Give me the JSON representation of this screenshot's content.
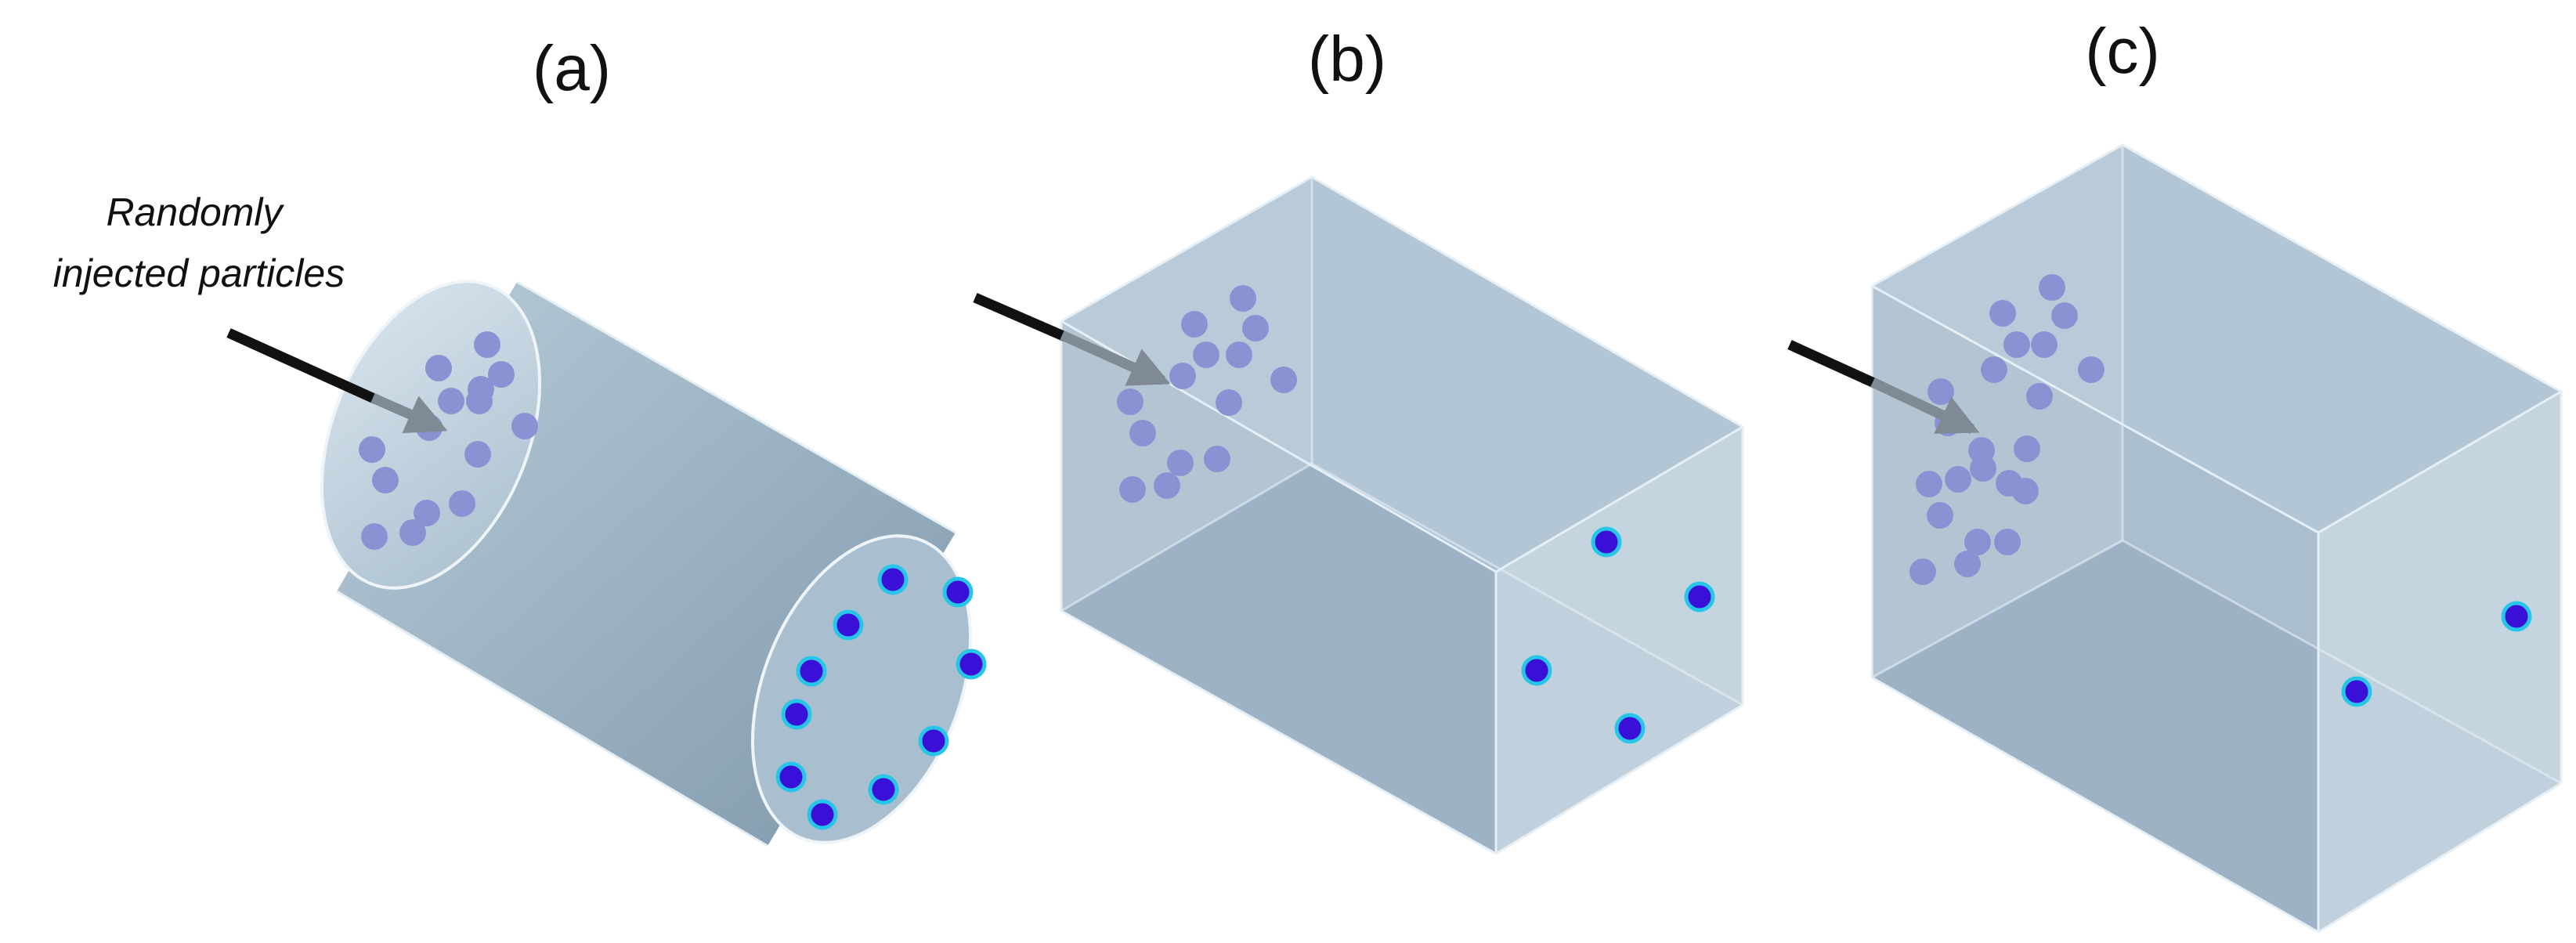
{
  "panels": [
    {
      "id": "a",
      "label": "(a)",
      "shape": "cylinder"
    },
    {
      "id": "b",
      "label": "(b)",
      "shape": "rectangular-channel"
    },
    {
      "id": "c",
      "label": "(c)",
      "shape": "rectangular-channel"
    }
  ],
  "annotation": {
    "line1": "Randomly",
    "line2": "injected particles"
  },
  "colors": {
    "background": "#ffffff",
    "body": "#8fa9bb",
    "glass": "#b7c8d6",
    "edge": "#e9f1f7",
    "injected_particle": "#8a92d4",
    "outlet_particle_fill": "#3a10d8",
    "outlet_particle_ring": "#27c6e8",
    "arrow": "#111111",
    "arrow_overlay": "#7f8a94"
  }
}
